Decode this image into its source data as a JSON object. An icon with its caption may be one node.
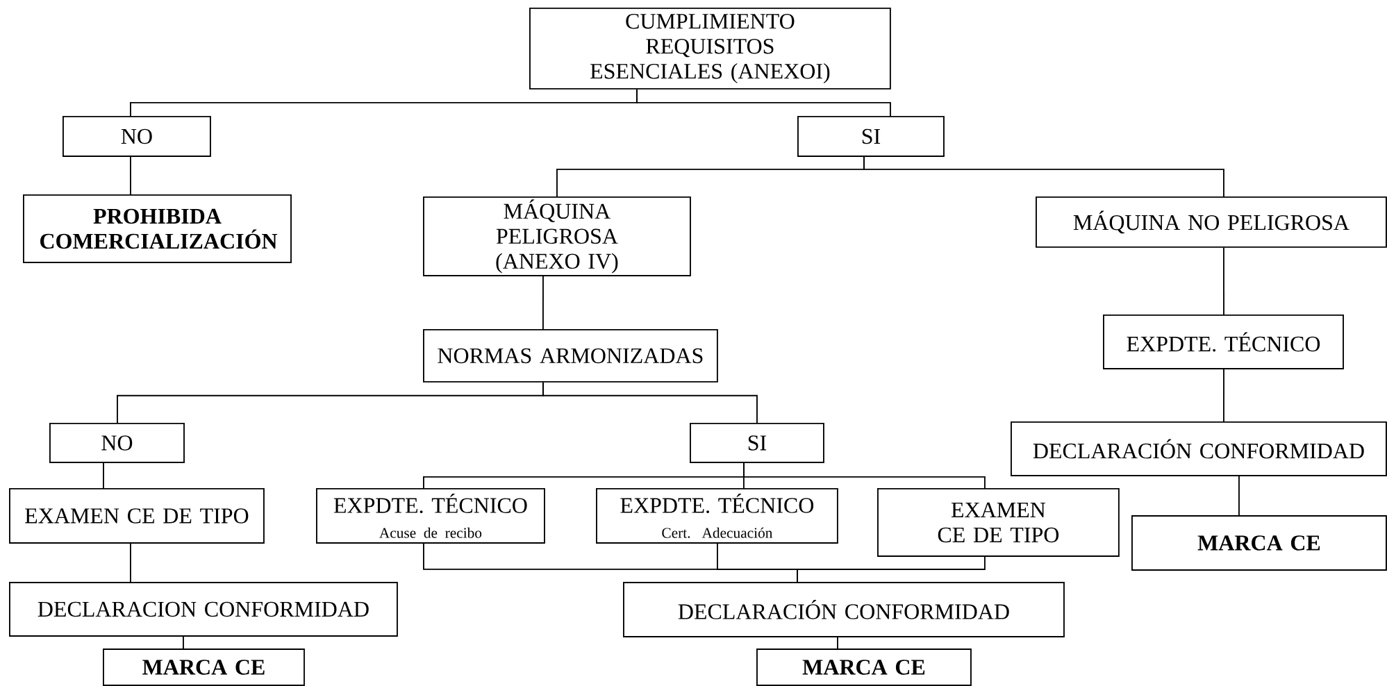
{
  "diagram": {
    "nodes": [
      {
        "text": [
          "CUMPLIMIENTO REQUISITOS ESENCIALES (ANEXOI)"
        ]
      },
      {
        "text": [
          "NO"
        ]
      },
      {
        "text": [
          "SI"
        ]
      },
      {
        "text": [
          "PROHIBIDA COMERCIALIZACIÓN"
        ]
      },
      {
        "text": [
          "MÁQUINA PELIGROSA (ANEXO IV)"
        ]
      },
      {
        "text": [
          "MÁQUINA NO PELIGROSA"
        ]
      },
      {
        "text": [
          "NORMAS ARMONIZADAS"
        ]
      },
      {
        "text": [
          "EXPDTE. TÉCNICO"
        ]
      },
      {
        "text": [
          "NO"
        ]
      },
      {
        "text": [
          "SI"
        ]
      },
      {
        "text": [
          "DECLARACIÓN CONFORMIDAD"
        ]
      },
      {
        "text": [
          "EXAMEN CE DE TIPO"
        ]
      },
      {
        "text": [
          "EXPDTE. TÉCNICO",
          "Acuse de recibo"
        ]
      },
      {
        "text": [
          "EXPDTE. TÉCNICO",
          "Cert. Adecuación"
        ]
      },
      {
        "text": [
          "EXAMEN CE DE TIPO"
        ]
      },
      {
        "text": [
          "MARCA CE"
        ]
      },
      {
        "text": [
          "DECLARACION CONFORMIDAD"
        ]
      },
      {
        "text": [
          "DECLARACIÓN CONFORMIDAD"
        ]
      },
      {
        "text": [
          "MARCA CE"
        ]
      },
      {
        "text": [
          "MARCA CE"
        ]
      }
    ],
    "edges": [
      {
        "from": 0,
        "to": 1,
        "arrow": "none"
      },
      {
        "from": 0,
        "to": 2,
        "arrow": "none"
      },
      {
        "from": 1,
        "to": 3,
        "arrow": "none"
      },
      {
        "from": 2,
        "to": 4,
        "arrow": "none"
      },
      {
        "from": 2,
        "to": 5,
        "arrow": "none"
      },
      {
        "from": 4,
        "to": 6,
        "arrow": "none"
      },
      {
        "from": 5,
        "to": 7,
        "arrow": "none"
      },
      {
        "from": 6,
        "to": 8,
        "arrow": "none"
      },
      {
        "from": 6,
        "to": 9,
        "arrow": "none"
      },
      {
        "from": 7,
        "to": 10,
        "arrow": "none"
      },
      {
        "from": 8,
        "to": 11,
        "arrow": "none"
      },
      {
        "from": 9,
        "to": 12,
        "arrow": "none"
      },
      {
        "from": 9,
        "to": 13,
        "arrow": "none"
      },
      {
        "from": 9,
        "to": 14,
        "arrow": "none"
      },
      {
        "from": 10,
        "to": 15,
        "arrow": "none"
      },
      {
        "from": 11,
        "to": 16,
        "arrow": "none"
      },
      {
        "from": 12,
        "to": 17,
        "arrow": "none"
      },
      {
        "from": 13,
        "to": 17,
        "arrow": "none"
      },
      {
        "from": 14,
        "to": 17,
        "arrow": "none"
      },
      {
        "from": 16,
        "to": 18,
        "arrow": "none"
      },
      {
        "from": 17,
        "to": 19,
        "arrow": "none"
      }
    ]
  }
}
